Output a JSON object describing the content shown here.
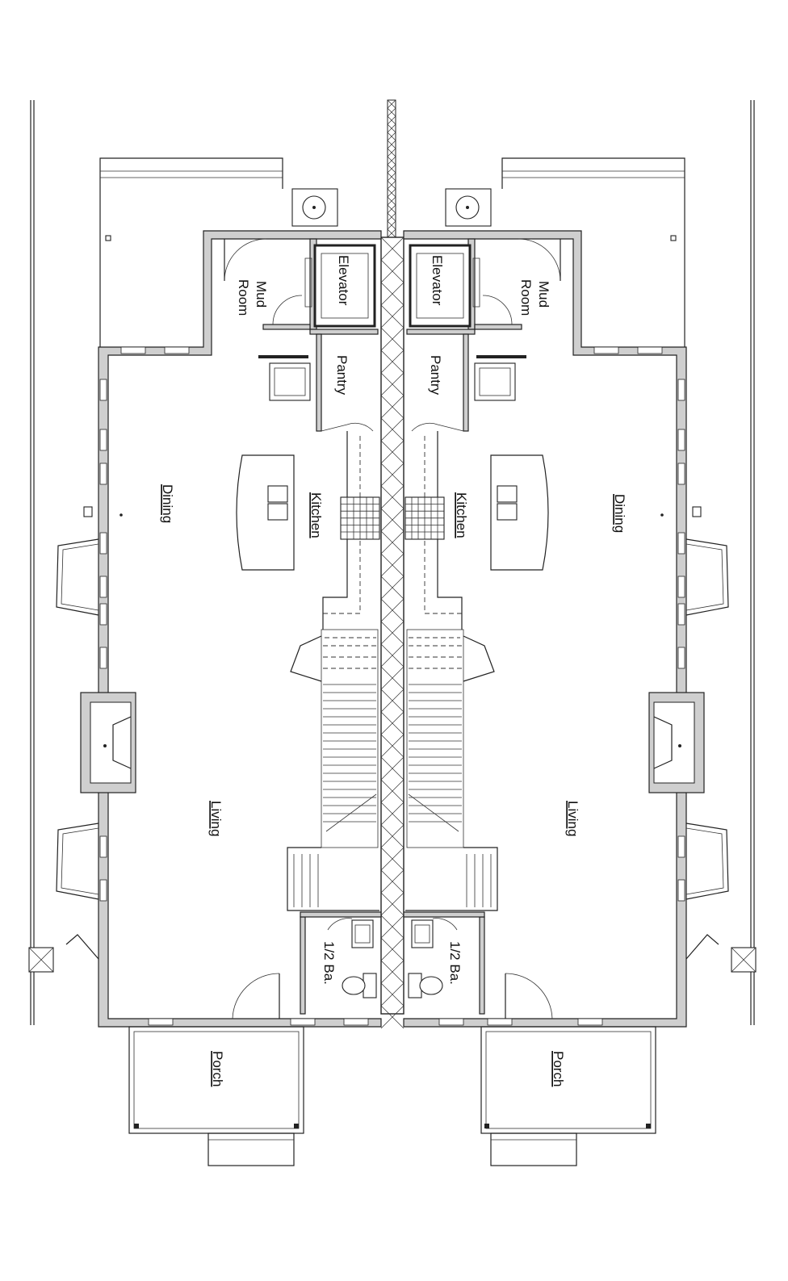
{
  "plan": {
    "labels": {
      "elevator_left": "Elevator",
      "elevator_right": "Elevator",
      "mud_left": "Mud",
      "room_left": "Room",
      "mud_right": "Mud",
      "room_right": "Room",
      "pantry_left": "Pantry",
      "pantry_right": "Pantry",
      "kitchen_left": "Kitchen",
      "kitchen_right": "Kitchen",
      "dining_left": "Dining",
      "dining_right": "Dining",
      "living_left": "Living",
      "living_right": "Living",
      "half_bath_left": "1/2 Ba.",
      "half_bath_right": "1/2 Ba.",
      "porch_left": "Porch",
      "porch_right": "Porch"
    }
  }
}
